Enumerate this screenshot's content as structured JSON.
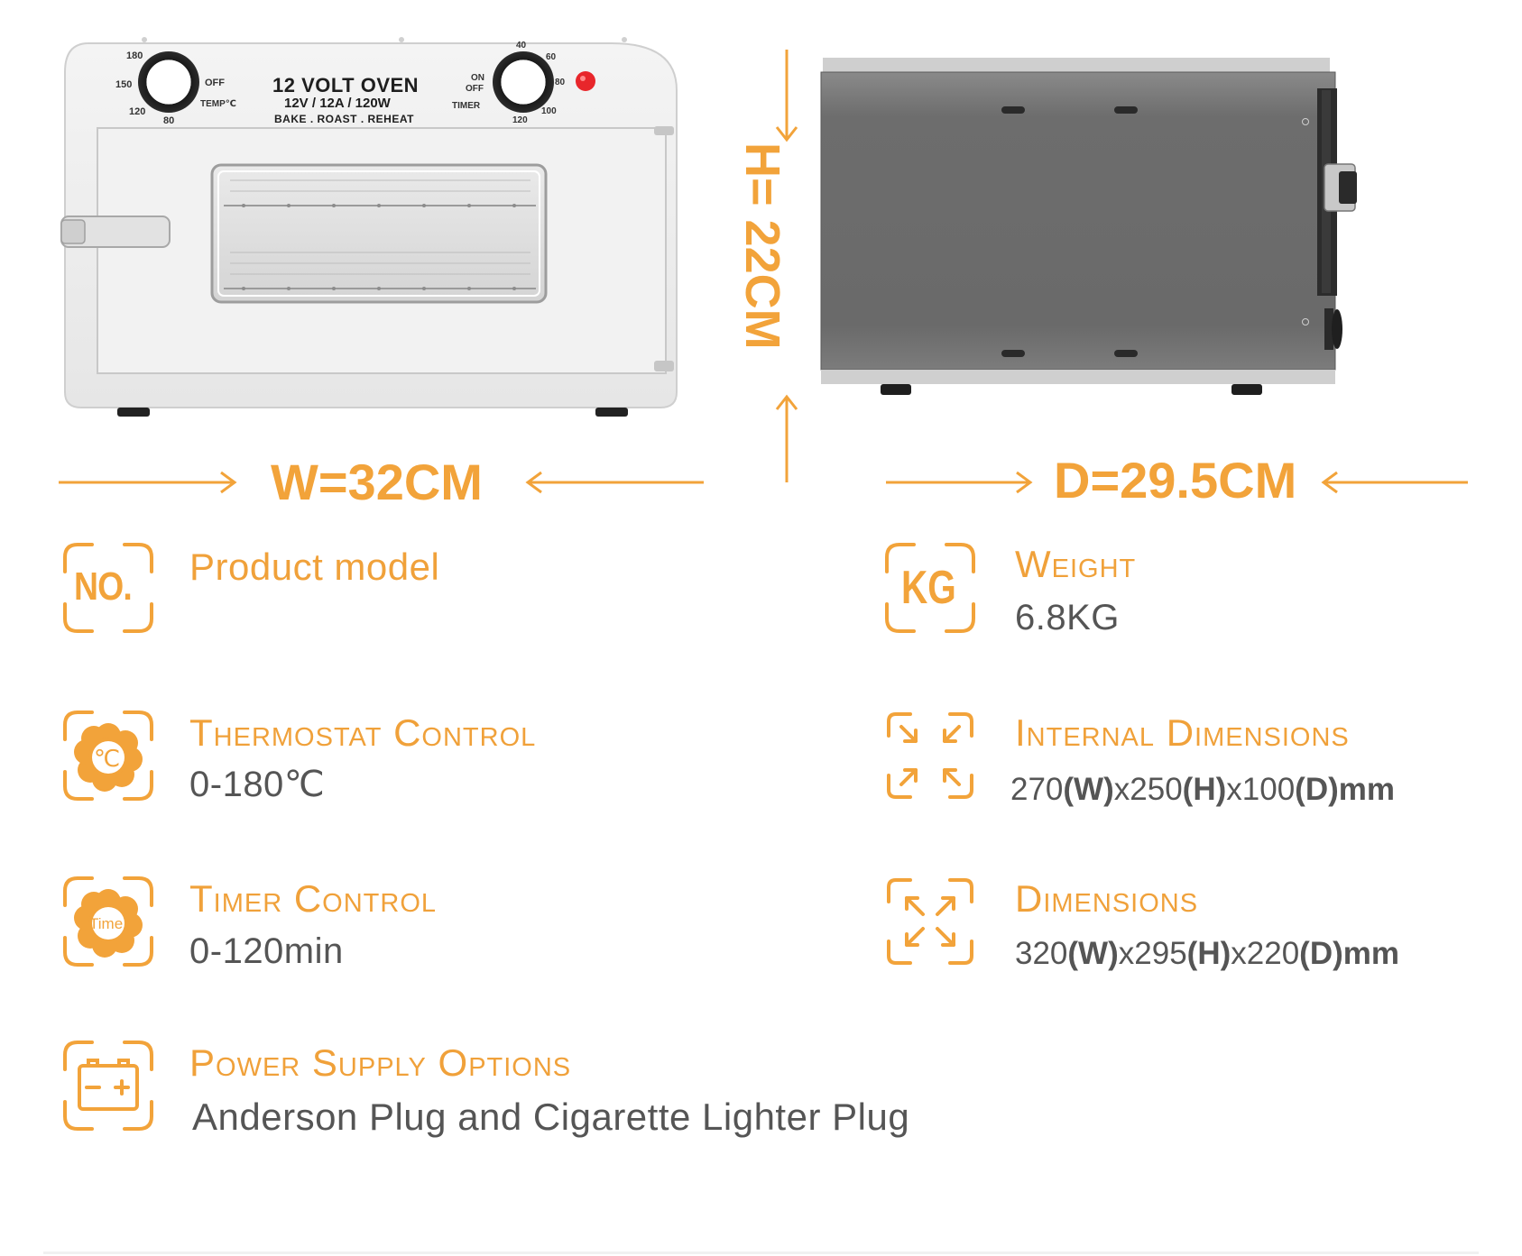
{
  "front_view": {
    "oven_title": "12 VOLT OVEN",
    "oven_spec": "12V / 12A / 120W",
    "oven_functions": "BAKE . ROAST . REHEAT",
    "temp_knob": {
      "label": "TEMP℃",
      "off_label": "OFF",
      "marks": [
        "180",
        "150",
        "120",
        "80"
      ]
    },
    "timer_knob": {
      "label": "TIMER",
      "onoff_label_1": "ON",
      "onoff_label_2": "OFF",
      "marks": [
        "40",
        "60",
        "80",
        "100",
        "120"
      ]
    }
  },
  "dimensions": {
    "width": "W=32CM",
    "height": "H= 22CM",
    "depth": "D=29.5CM"
  },
  "specs": {
    "model": {
      "title": "Product model",
      "icon_text": "NO."
    },
    "weight": {
      "title": "Weight",
      "value": "6.8KG",
      "icon_text": "KG"
    },
    "thermostat": {
      "title": "Thermostat Control",
      "value": "0-180℃",
      "icon_text": "℃"
    },
    "internal_dimensions": {
      "title": "Internal Dimensions",
      "v1": "270",
      "l1": "(W)",
      "x1": "x250",
      "l2": "(H)",
      "x2": "x100",
      "l3": "(D)",
      "unit": "mm"
    },
    "timer": {
      "title": "Timer Control",
      "value": "0-120min",
      "icon_text": "Time"
    },
    "dimensions": {
      "title": "Dimensions",
      "v1": "320",
      "l1": "(W)",
      "x1": "x295",
      "l2": "(H)",
      "x2": "x220",
      "l3": "(D)",
      "unit": "mm"
    },
    "power": {
      "title": "Power Supply Options",
      "value": "Anderson Plug and Cigarette Lighter Plug"
    }
  },
  "colors": {
    "accent": "#f2a33a",
    "text_gray": "#555555",
    "indicator_red": "#e8262b"
  }
}
